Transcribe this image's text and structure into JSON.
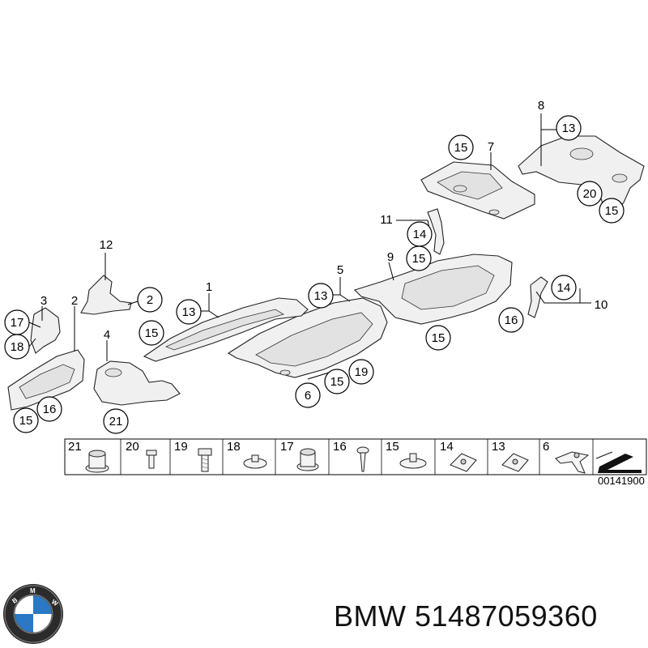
{
  "callouts": [
    {
      "id": "c8",
      "text": "8"
    },
    {
      "id": "c13a",
      "text": "13"
    },
    {
      "id": "c15a",
      "text": "15"
    },
    {
      "id": "c7",
      "text": "7"
    },
    {
      "id": "c20",
      "text": "20"
    },
    {
      "id": "c15b",
      "text": "15"
    },
    {
      "id": "c11",
      "text": "11"
    },
    {
      "id": "c14a",
      "text": "14"
    },
    {
      "id": "c15c",
      "text": "15"
    },
    {
      "id": "c12",
      "text": "12"
    },
    {
      "id": "c9",
      "text": "9"
    },
    {
      "id": "c5",
      "text": "5"
    },
    {
      "id": "c1",
      "text": "1"
    },
    {
      "id": "c2a",
      "text": "2"
    },
    {
      "id": "c13b",
      "text": "13"
    },
    {
      "id": "c13c",
      "text": "13"
    },
    {
      "id": "c14b",
      "text": "14"
    },
    {
      "id": "c10",
      "text": "10"
    },
    {
      "id": "c3",
      "text": "3"
    },
    {
      "id": "c2b",
      "text": "2"
    },
    {
      "id": "c17",
      "text": "17"
    },
    {
      "id": "c18",
      "text": "18"
    },
    {
      "id": "c15d",
      "text": "15"
    },
    {
      "id": "c4",
      "text": "4"
    },
    {
      "id": "c16a",
      "text": "16"
    },
    {
      "id": "c15e",
      "text": "15"
    },
    {
      "id": "c15f",
      "text": "15"
    },
    {
      "id": "c19",
      "text": "19"
    },
    {
      "id": "c6",
      "text": "6"
    },
    {
      "id": "c16b",
      "text": "16"
    },
    {
      "id": "c15g",
      "text": "15"
    },
    {
      "id": "c21",
      "text": "21"
    }
  ],
  "legend_items": [
    "21",
    "20",
    "19",
    "18",
    "17",
    "16",
    "15",
    "14",
    "13",
    "6"
  ],
  "diagram_code": "00141900",
  "brand": "BMW",
  "part_number": "51487059360",
  "icons": {
    "logo": "bmw-roundel-icon",
    "arrow": "arrow-icon"
  }
}
